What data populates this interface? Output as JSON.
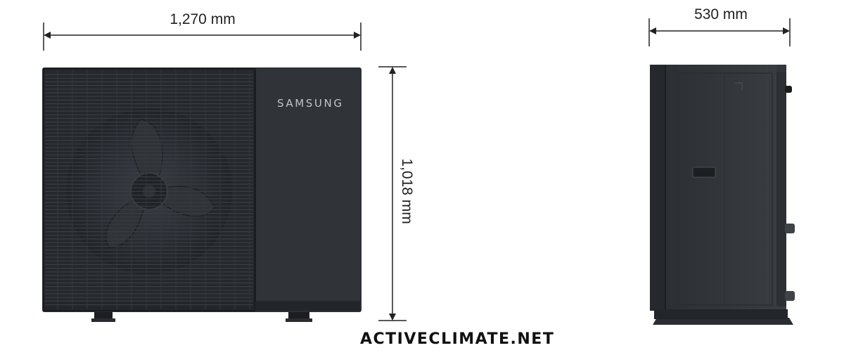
{
  "dimensions": {
    "width": "1,270 mm",
    "height": "1,018 mm",
    "depth": "530 mm"
  },
  "unit": {
    "brand": "SAMSUNG"
  },
  "watermark": "ACTIVECLIMATE.NET",
  "colors": {
    "unit_body": "#2b2e33",
    "unit_dark": "#1e2125",
    "dimension_line": "#222222"
  }
}
